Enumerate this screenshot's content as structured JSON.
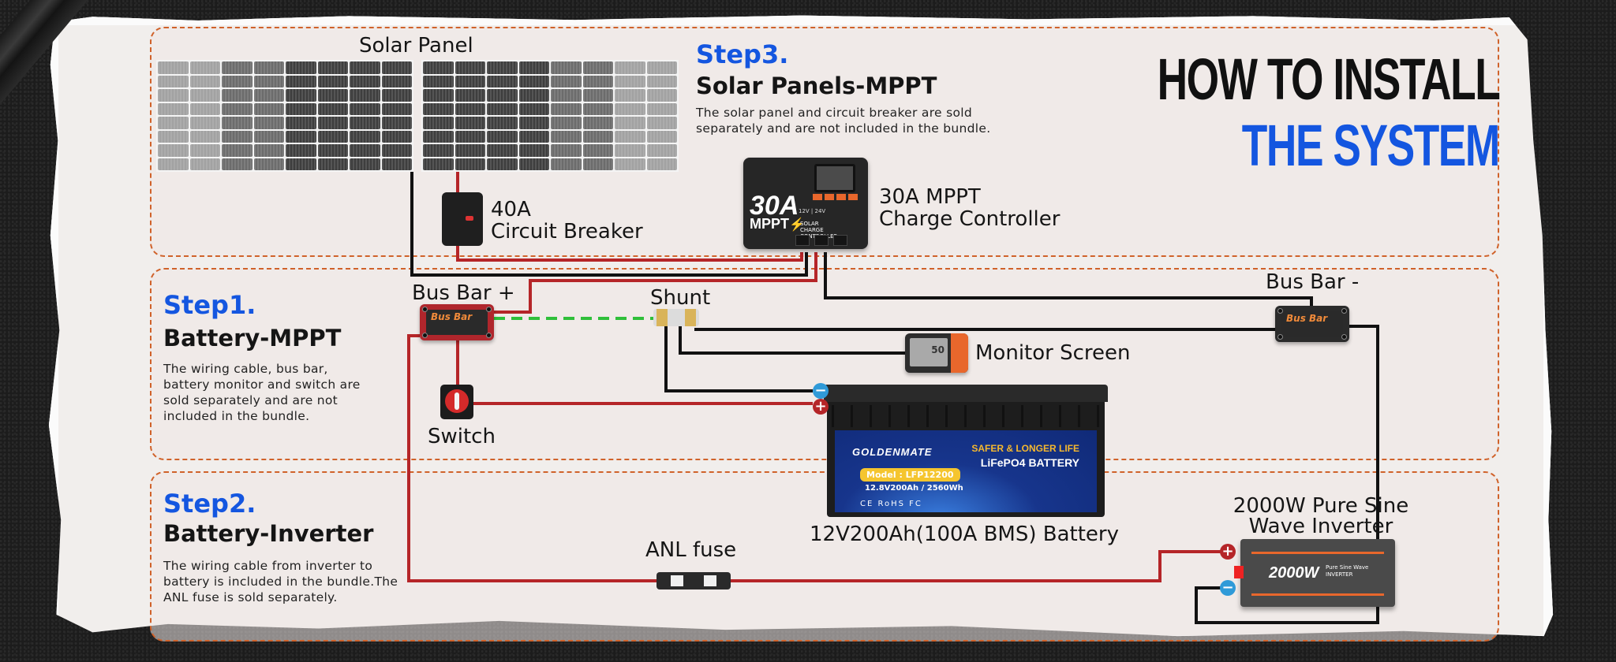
{
  "title": {
    "line1": "HOW TO INSTALL",
    "line2": "THE SYSTEM"
  },
  "colors": {
    "accent_blue": "#1456e0",
    "dashed_border": "#d0622a",
    "wire_positive": "#b52528",
    "wire_negative": "#111111",
    "wire_signal": "#2fbf3a",
    "terminal_negative": "#2f9ad8",
    "terminal_positive": "#b52528"
  },
  "steps": [
    {
      "number": "Step1.",
      "title": "Battery-MPPT",
      "description": "The wiring cable, bus bar, battery monitor and switch are sold separately and are not included in the bundle."
    },
    {
      "number": "Step2.",
      "title": "Battery-Inverter",
      "description": "The wiring cable from inverter to battery is included in the bundle.The ANL fuse is sold separately."
    },
    {
      "number": "Step3.",
      "title": "Solar Panels-MPPT",
      "description": "The solar panel and circuit breaker are sold separately and are not included in the bundle."
    }
  ],
  "components": {
    "solar_panel": "Solar Panel",
    "circuit_breaker": {
      "line1": "40A",
      "line2": "Circuit Breaker"
    },
    "charge_controller": {
      "line1": "30A MPPT",
      "line2": "Charge Controller"
    },
    "bus_bar_pos": "Bus Bar +",
    "bus_bar_neg": "Bus Bar -",
    "shunt": "Shunt",
    "monitor": "Monitor Screen",
    "switch": "Switch",
    "battery": "12V200Ah(100A BMS) Battery",
    "inverter": {
      "line1": "2000W Pure Sine",
      "line2": "Wave Inverter"
    },
    "anl_fuse": "ANL fuse"
  },
  "device_text": {
    "mppt_rating": "30A",
    "mppt_type": "MPPT",
    "mppt_voltage": "12V | 24V",
    "mppt_label": "SOLAR CHARGE CONTROLLER",
    "busbar_label": "Bus Bar",
    "monitor_reading": "50",
    "battery_brand": "GOLDENMATE",
    "battery_tagline": "SAFER & LONGER LIFE",
    "battery_chem": "LiFePO4 BATTERY",
    "battery_model": "Model : LFP12200",
    "battery_spec": "12.8V200Ah / 2560Wh",
    "battery_certs": "CE RoHS FC",
    "inverter_power": "2000W",
    "inverter_type": "Pure Sine Wave INVERTER",
    "terminal_pos": "+",
    "terminal_neg": "−"
  }
}
